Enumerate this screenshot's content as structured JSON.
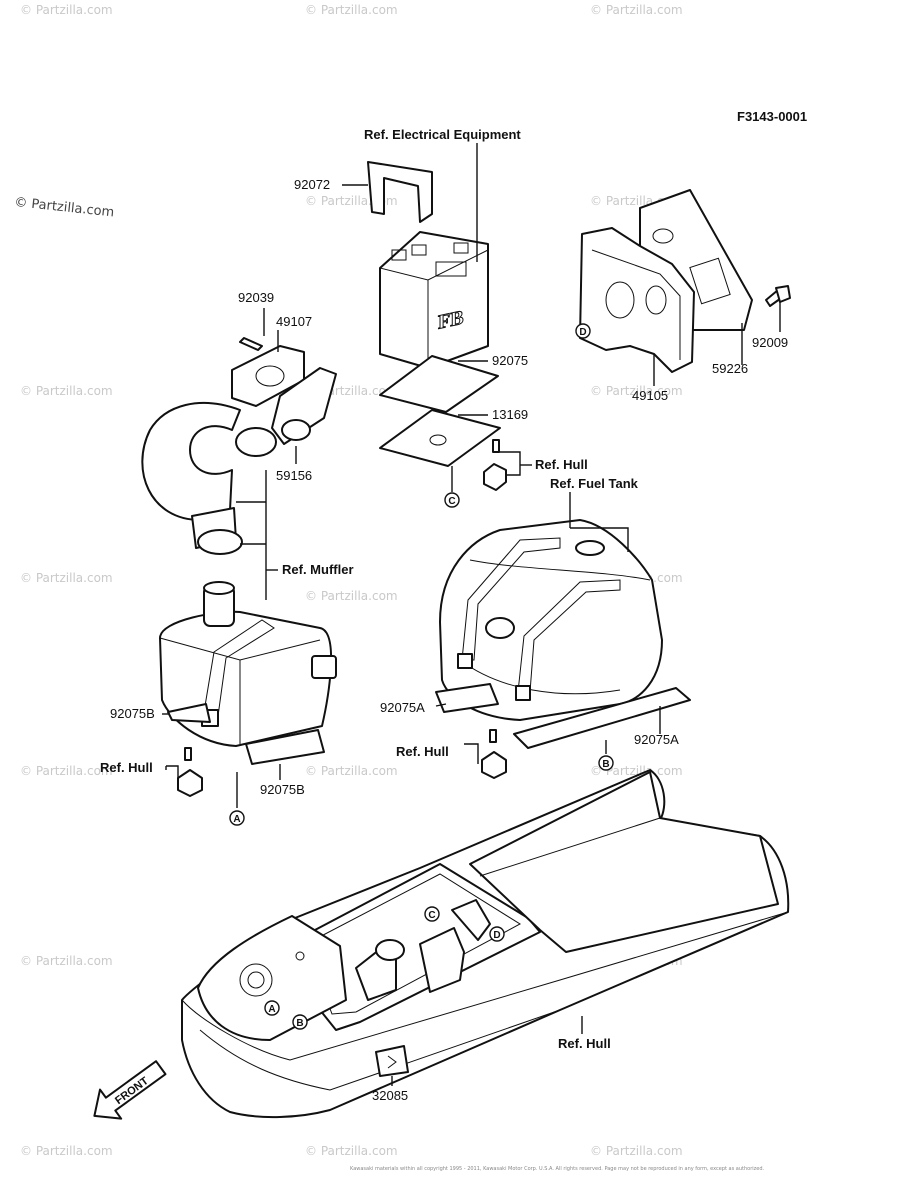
{
  "diagram_id": "F3143-0001",
  "watermark": "© Partzilla.com",
  "copyright": "Kawasaki materials within all copyright 1995 - 2011, Kawasaki Motor Corp. U.S.A. All rights reserved. Page may not be reproduced in any form, except as authorized.",
  "front_label": "FRONT",
  "labels": {
    "ref_electrical": "Ref. Electrical Equipment",
    "p92072": "92072",
    "p92075_top": "92075",
    "p13169": "13169",
    "ref_hull_top": "Ref. Hull",
    "ref_fuel_tank": "Ref. Fuel Tank",
    "p92039": "92039",
    "p49107": "49107",
    "p59156": "59156",
    "ref_muffler": "Ref. Muffler",
    "p92075b_left": "92075B",
    "ref_hull_left": "Ref. Hull",
    "p92075b_bottom": "92075B",
    "p92009": "92009",
    "p59226": "59226",
    "p49105": "49105",
    "p92075a_left": "92075A",
    "ref_hull_mid": "Ref. Hull",
    "p92075a_right": "92075A",
    "ref_hull_bottom": "Ref. Hull",
    "p32085": "32085"
  },
  "callouts": {
    "a": "A",
    "b": "B",
    "c": "C",
    "d": "D"
  }
}
